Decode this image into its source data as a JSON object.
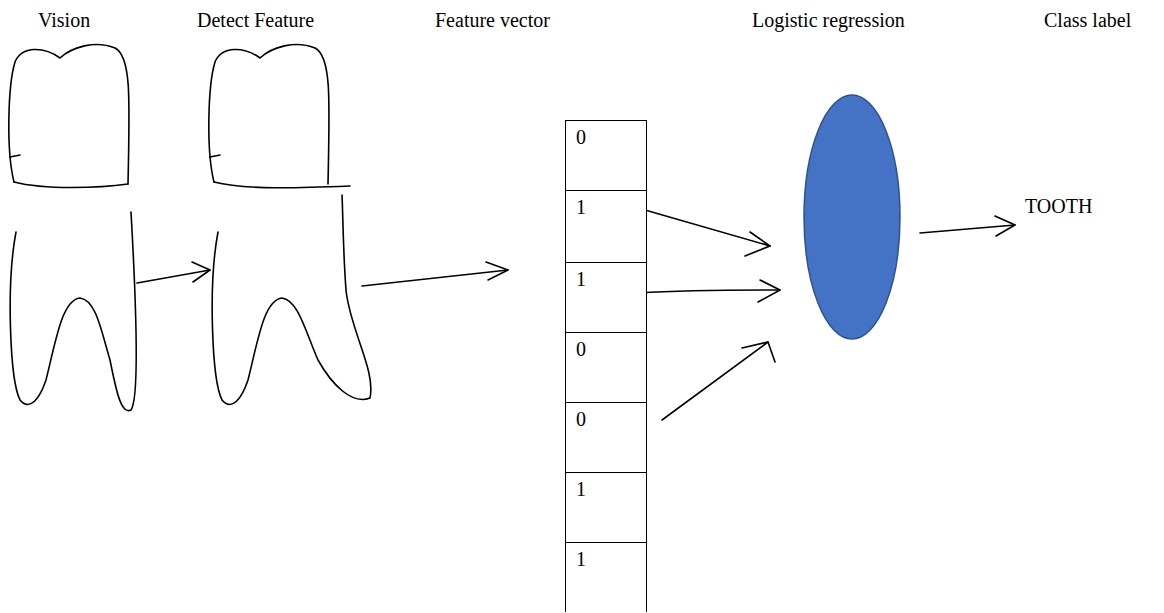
{
  "diagram": {
    "nodes": [
      {
        "text": [
          "0"
        ]
      },
      {
        "text": [
          "1"
        ]
      },
      {
        "text": [
          "1"
        ]
      },
      {
        "text": [
          "0"
        ]
      },
      {
        "text": [
          "0"
        ]
      },
      {
        "text": [
          "1"
        ]
      },
      {
        "text": [
          "1"
        ]
      }
    ],
    "labels": [
      "Vision",
      "Detect Feature",
      "Feature vector",
      "Logistic regression",
      "Class label",
      "TOOTH"
    ]
  }
}
